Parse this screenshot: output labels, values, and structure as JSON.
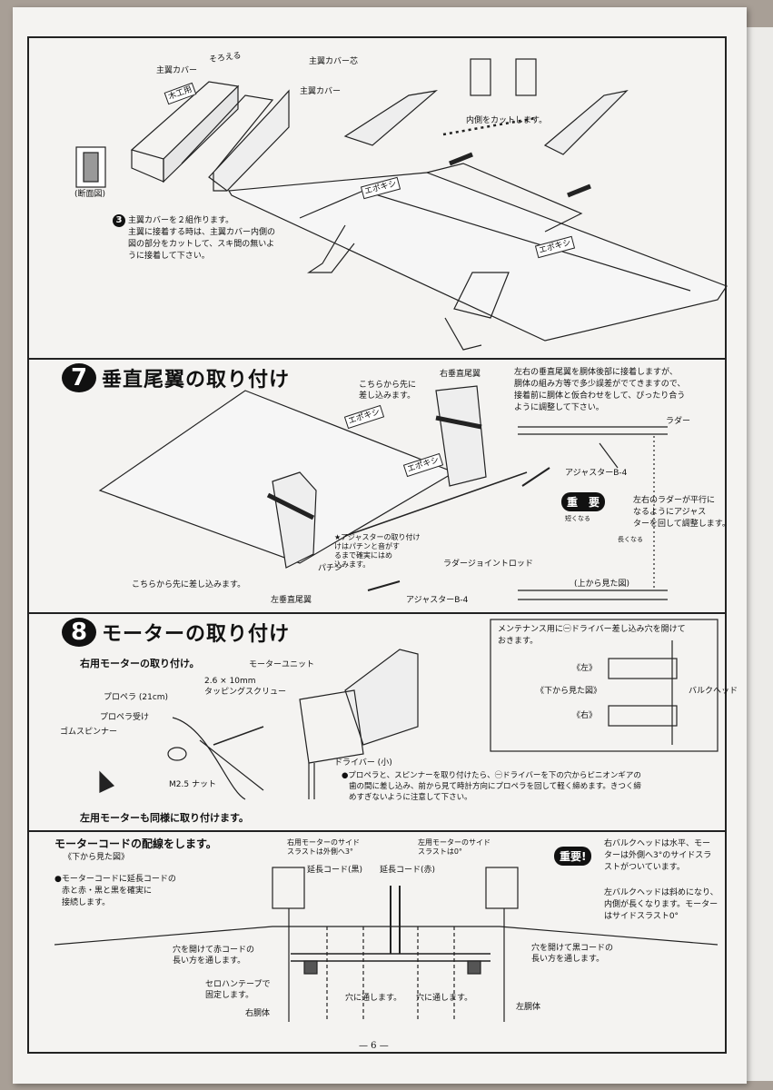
{
  "page_number": "— 6 —",
  "section6": {
    "labels": {
      "cover1": "主翼カバー",
      "soroeru": "そろえる",
      "core": "主翼カバー芯",
      "woodglue": "木工用",
      "cover2": "主翼カバー",
      "section_view": "(断面図)",
      "cut_inside": "内側をカットします。",
      "epoxy1": "エポキシ",
      "epoxy2": "エポキシ"
    },
    "step3_num": "3",
    "step3_text": [
      "主翼カバーを２組作ります。",
      "主翼に接着する時は、主翼カバー内側の",
      "図の部分をカットして、スキ間の無いよ",
      "うに接着して下さい。"
    ]
  },
  "section7": {
    "num": "7",
    "title": "垂直尾翼の取り付け",
    "labels": {
      "insert_first_top": [
        "こちらから先に",
        "差し込みます。"
      ],
      "right_fin": "右垂直尾翼",
      "epoxy1": "エポキシ",
      "epoxy2": "エポキシ",
      "adjuster_note": [
        "★アジャスターの取り付け",
        "けはパチンと音がす",
        "るまで確実にはめ",
        "込みます。"
      ],
      "pachin": "パチン",
      "insert_first_bottom": "こちらから先に差し込みます。",
      "left_fin": "左垂直尾翼",
      "rudder_rod": "ラダージョイントロッド",
      "adjuster_b4_bottom": "アジャスターB-4",
      "adjuster_b4_right": "アジャスターB-4",
      "rudder": "ラダー",
      "top_view": "(上から見た図)",
      "shorter": "短くなる",
      "longer": "長くなる"
    },
    "intro": [
      "左右の垂直尾翼を胴体後部に接着しますが、",
      "胴体の組み方等で多少誤差がでてきますので、",
      "接着前に胴体と仮合わせをして、ぴったり合う",
      "ように調整して下さい。"
    ],
    "important_badge": "重　要",
    "important_text": [
      "左右のラダーが平行に",
      "なるようにアジャス",
      "ターを回して調整します。"
    ]
  },
  "section8": {
    "num": "8",
    "title": "モーターの取り付け",
    "right_motor": "右用モーターの取り付け。",
    "labels": {
      "motor_unit": "モーターユニット",
      "screw": [
        "2.6 × 10mm",
        "タッピングスクリュー"
      ],
      "propeller": "プロペラ (21cm)",
      "prop_holder": "プロペラ受け",
      "spinner": "ゴムスピンナー",
      "nut": "M2.5 ナット",
      "driver": "ドライバー (小)"
    },
    "prop_note": [
      "●プロペラと、スピンナーを取り付けたら、㊀ドライバーを下の穴からピニオンギアの",
      "歯の間に差し込み、前から見て時計方向にプロペラを回して軽く締めます。きつく締",
      "めすぎないように注意して下さい。"
    ],
    "left_motor": "左用モーターも同様に取り付けます。",
    "maint_box": {
      "text": [
        "メンテナンス用に㊀ドライバー差し込み穴を開けて",
        "おきます。"
      ],
      "left": "《左》",
      "bottom_view": "《下から見た図》",
      "right": "《右》",
      "bulkhead": "バルクヘッド"
    }
  },
  "wiring": {
    "title": "モーターコードの配線をします。",
    "sub": "《下から見た図》",
    "note": [
      "●モーターコードに延長コードの",
      "赤と赤・黒と黒を確実に",
      "接続します。"
    ],
    "right_thrust": [
      "右用モーターのサイド",
      "スラストは外側へ3°"
    ],
    "left_thrust": [
      "左用モーターのサイド",
      "スラストは0°"
    ],
    "ext_black": "延長コード(黒)",
    "ext_red": "延長コード(赤)",
    "red_hole": [
      "穴を開けて赤コードの",
      "長い方を通します。"
    ],
    "black_hole": [
      "穴を開けて黒コードの",
      "長い方を通します。"
    ],
    "tape": [
      "セロハンテープで",
      "固定します。"
    ],
    "pass1": "穴に通します。",
    "pass2": "穴に通します。",
    "right_body": "右胴体",
    "left_body": "左胴体",
    "badge": "重要!",
    "important1": [
      "右バルクヘッドは水平、モー",
      "ターは外側へ3°のサイドスラ",
      "ストがついています。"
    ],
    "important2": [
      "左バルクヘッドは斜めになり、",
      "内側が長くなります。モーター",
      "はサイドスラスト0°"
    ]
  }
}
